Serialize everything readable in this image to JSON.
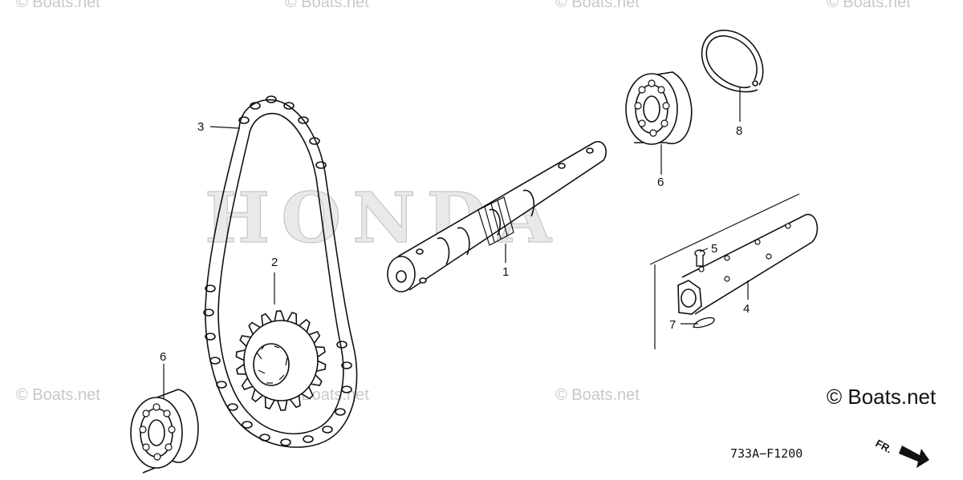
{
  "watermarks": {
    "top": [
      "© Boats.net",
      "© Boats.net",
      "© Boats.net",
      "© Boats.net"
    ],
    "middle": [
      "© Boats.net",
      "© Boats.net",
      "© Boats.net"
    ],
    "corner": "© Boats.net"
  },
  "brand_mark": "HONDA",
  "diagram_code": "733A−F1200",
  "front_indicator": "FR.",
  "callouts": [
    {
      "label": "1"
    },
    {
      "label": "2"
    },
    {
      "label": "3"
    },
    {
      "label": "4"
    },
    {
      "label": "5"
    },
    {
      "label": "6"
    },
    {
      "label": "6"
    },
    {
      "label": "7"
    },
    {
      "label": "8"
    }
  ]
}
